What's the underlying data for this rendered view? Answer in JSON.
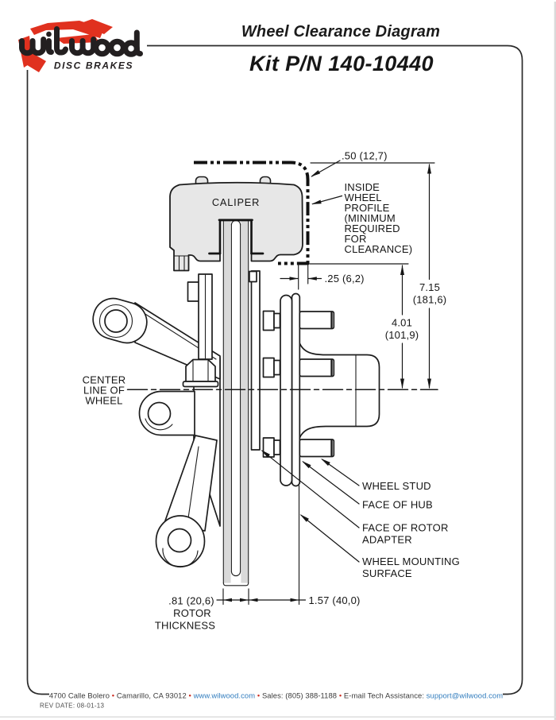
{
  "logo": {
    "brand": "wilwood",
    "tagline": "DISC BRAKES",
    "accent_red": "#e0311f",
    "ink": "#231f20"
  },
  "header": {
    "title": "Wheel Clearance Diagram",
    "kit": "Kit P/N 140-10440"
  },
  "diagram": {
    "caliper_label": "CALIPER",
    "labels": {
      "inside_wheel_profile": [
        "INSIDE",
        "WHEEL",
        "PROFILE",
        "(MINIMUM",
        "REQUIRED",
        "FOR",
        "CLEARANCE)"
      ],
      "center_line": [
        "CENTER",
        "LINE OF",
        "WHEEL"
      ],
      "wheel_stud": "WHEEL STUD",
      "face_of_hub": "FACE OF HUB",
      "face_of_rotor_adapter": [
        "FACE OF ROTOR",
        "ADAPTER"
      ],
      "wheel_mounting_surface": [
        "WHEEL MOUNTING",
        "SURFACE"
      ],
      "rotor_thickness": [
        ".81 (20,6)",
        "ROTOR",
        "THICKNESS"
      ]
    },
    "dims": {
      "top_clearance": ".50 (12,7)",
      "side_clearance": ".25 (6,2)",
      "overall_height": [
        "7.15",
        "(181,6)"
      ],
      "radial_height": [
        "4.01",
        "(101,9)"
      ],
      "mount_offset": "1.57 (40,0)"
    }
  },
  "footer": {
    "address": "4700 Calle Bolero",
    "city": "Camarillo, CA 93012",
    "web": "www.wilwood.com",
    "sales": "Sales: (805) 388-1188",
    "email_label": "E-mail Tech Assistance:",
    "email": "support@wilwood.com",
    "bullet": "•",
    "rev_label": "REV DATE:",
    "rev_date": "08-01-13",
    "link_color": "#2f7bbd",
    "accent_red": "#cc2a1e"
  }
}
